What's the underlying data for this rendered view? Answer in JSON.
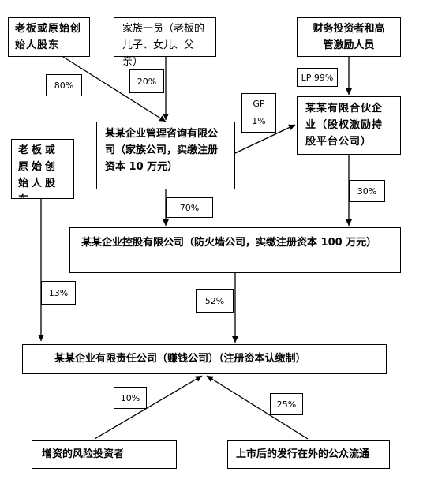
{
  "nodes": {
    "founder_top": "老板或原始创始人股东",
    "family_member": "家族一员（老板的儿子、女儿、父亲）",
    "investors_mgmt": "财务投资者和高管激励人员",
    "family_company": "某某企业管理咨询有限公司（家族公司，实缴注册资本 10 万元）",
    "partnership": "某某有限合伙企业（股权激励持股平台公司）",
    "founder_left": "老板或原始创始人股东",
    "holding_company": "某某企业控股有限公司（防火墙公司，实缴注册资本 100 万元）",
    "operating_company": "某某企业有限责任公司（赚钱公司）（注册资本认缴制）",
    "vc_investors": "增资的风险投资者",
    "public_float": "上市后的发行在外的公众流通"
  },
  "edges": {
    "founder_to_family_company": "80%",
    "family_member_to_family_company": "20%",
    "lp": "LP 99%",
    "gp": "GP 1%",
    "family_company_to_holding": "70%",
    "partnership_to_holding": "30%",
    "founder_left_to_operating": "13%",
    "holding_to_operating": "52%",
    "vc_to_operating": "10%",
    "public_to_operating": "25%"
  }
}
